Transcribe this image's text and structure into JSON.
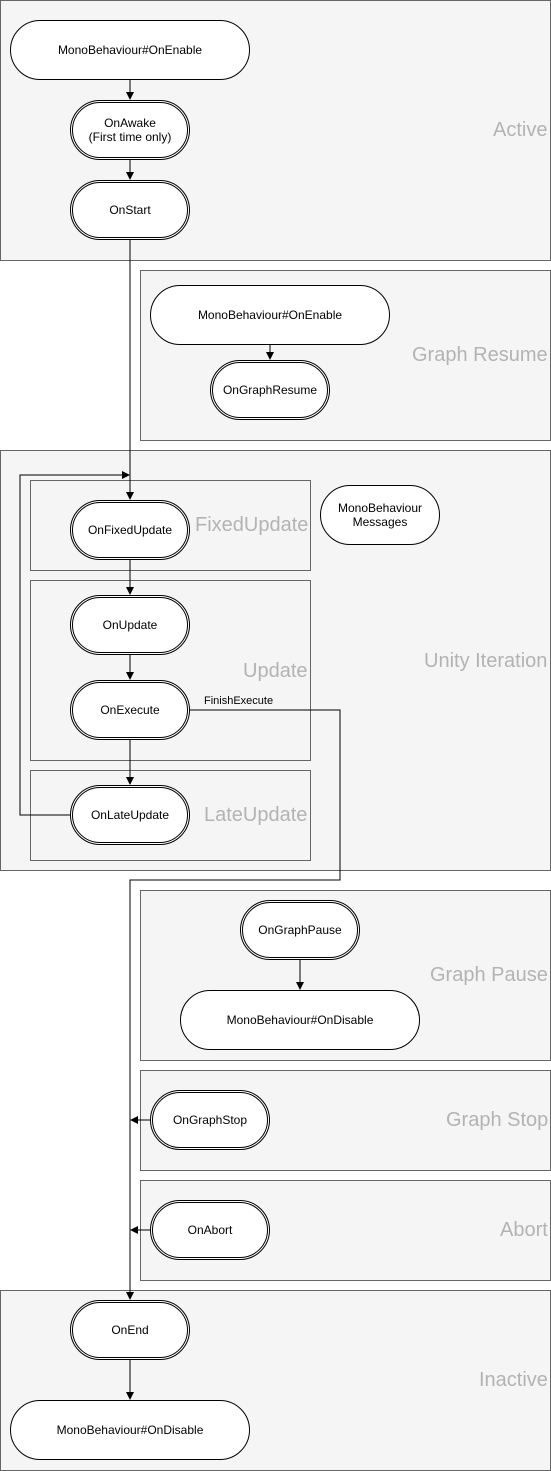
{
  "groups": {
    "active": "Active",
    "graph_resume": "Graph Resume",
    "unity_iteration": "Unity Iteration",
    "fixed_update": "FixedUpdate",
    "update": "Update",
    "late_update": "LateUpdate",
    "graph_pause": "Graph Pause",
    "graph_stop": "Graph Stop",
    "abort": "Abort",
    "inactive": "Inactive"
  },
  "nodes": {
    "mb_on_enable_1": "MonoBehaviour#OnEnable",
    "on_awake": "OnAwake\n(First time only)",
    "on_start": "OnStart",
    "mb_on_enable_2": "MonoBehaviour#OnEnable",
    "on_graph_resume": "OnGraphResume",
    "on_fixed_update": "OnFixedUpdate",
    "mb_messages": "MonoBehaviour\nMessages",
    "on_update": "OnUpdate",
    "on_execute": "OnExecute",
    "on_late_update": "OnLateUpdate",
    "on_graph_pause": "OnGraphPause",
    "mb_on_disable_1": "MonoBehaviour#OnDisable",
    "on_graph_stop": "OnGraphStop",
    "on_abort": "OnAbort",
    "on_end": "OnEnd",
    "mb_on_disable_2": "MonoBehaviour#OnDisable"
  },
  "edges": {
    "finish_execute": "FinishExecute"
  }
}
